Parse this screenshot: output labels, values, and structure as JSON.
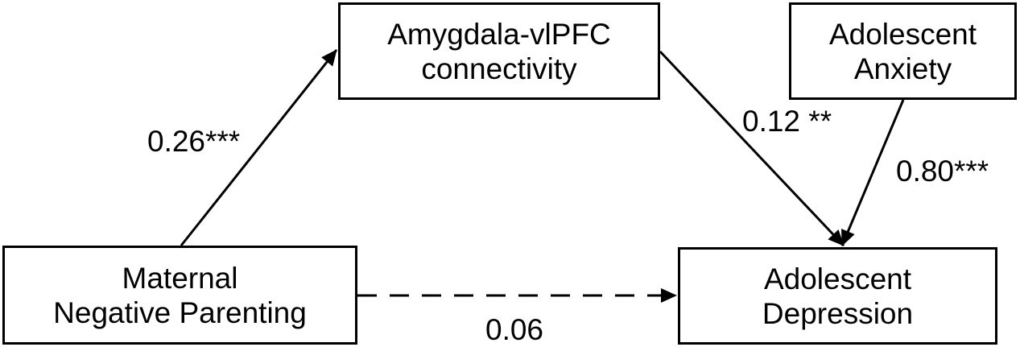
{
  "nodes": {
    "amygdala": {
      "line1": "Amygdala-vlPFC",
      "line2": "connectivity"
    },
    "anxiety": {
      "line1": "Adolescent",
      "line2": "Anxiety"
    },
    "maternal": {
      "line1": "Maternal",
      "line2": "Negative Parenting"
    },
    "depression": {
      "line1": "Adolescent",
      "line2": "Depression"
    }
  },
  "paths": {
    "maternal_to_amygdala": {
      "coefficient": "0.26***",
      "style": "solid"
    },
    "amygdala_to_depression": {
      "coefficient": "0.12 **",
      "style": "solid"
    },
    "anxiety_to_depression": {
      "coefficient": "0.80***",
      "style": "solid"
    },
    "maternal_to_depression": {
      "coefficient": "0.06",
      "style": "dashed"
    }
  },
  "colors": {
    "stroke": "#000000",
    "background": "#ffffff"
  }
}
